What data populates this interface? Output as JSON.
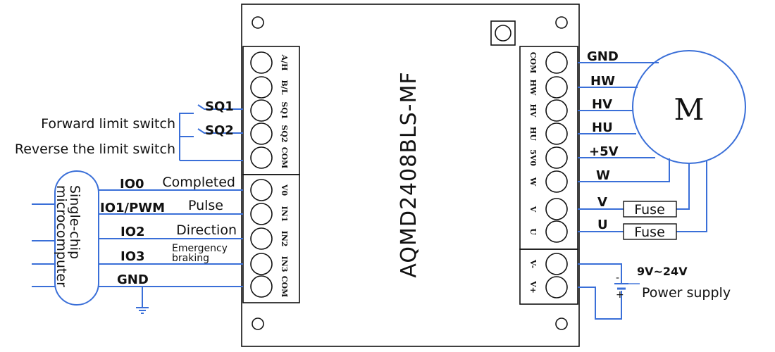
{
  "board": {
    "model": "AQMD2408BLS-MF"
  },
  "left_terminals": [
    "A/H",
    "B/L",
    "SQ1",
    "SQ2",
    "COM",
    "V0",
    "IN1",
    "IN2",
    "IN3",
    "COM"
  ],
  "right_terminals": [
    "COM",
    "HW",
    "HV",
    "HU",
    "5V0",
    "W",
    "V",
    "U"
  ],
  "power_terminals": [
    "V-",
    "V+"
  ],
  "limit_switches": {
    "sq1": "SQ1",
    "sq2": "SQ2",
    "forward": "Forward limit switch",
    "reverse": "Reverse the limit switch"
  },
  "mcu": {
    "label": "Single-chip microcomputer",
    "io0": "IO0",
    "io0_desc": "Completed",
    "io1": "IO1/PWM",
    "io1_desc": "Pulse",
    "io2": "IO2",
    "io2_desc": "Direction",
    "io3": "IO3",
    "io3_desc_1": "Emergency",
    "io3_desc_2": "braking",
    "gnd": "GND"
  },
  "motor": {
    "label": "M",
    "gnd": "GND",
    "hw": "HW",
    "hv": "HV",
    "hu": "HU",
    "p5v": "+5V",
    "w": "W",
    "v": "V",
    "u": "U",
    "fuse_v": "Fuse",
    "fuse_u": "Fuse"
  },
  "power": {
    "voltage": "9V~24V",
    "label": "Power supply",
    "neg": "-",
    "pos": "+"
  },
  "colors": {
    "wire": "#3a6fd8",
    "outline": "#111111"
  }
}
